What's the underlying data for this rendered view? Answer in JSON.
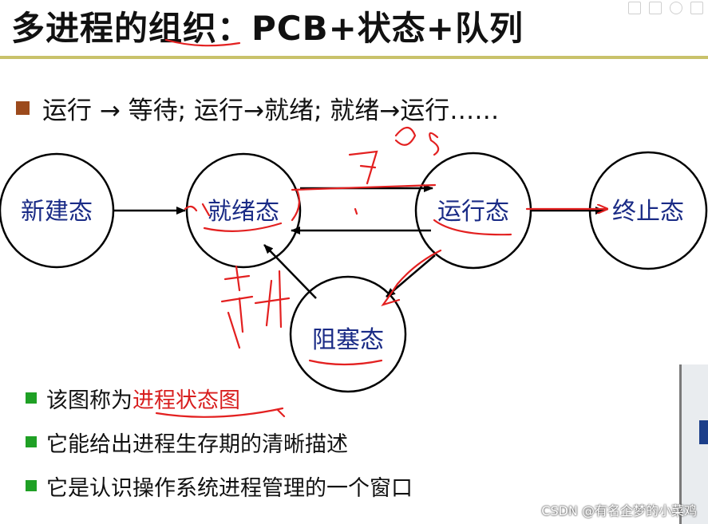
{
  "title": "多进程的组织：PCB+状态+队列",
  "top_bullet": "运行 → 等待; 运行→就绪; 就绪→运行……",
  "nodes": {
    "new": "新建态",
    "ready": "就绪态",
    "running": "运行态",
    "terminated": "终止态",
    "blocked": "阻塞态"
  },
  "bullets": [
    {
      "before": "该图称为",
      "highlight": "进程状态图"
    },
    {
      "text": "它能给出进程生存期的清晰描述"
    },
    {
      "text": "它是认识操作系统进程管理的一个窗口"
    }
  ],
  "watermark": "CSDN @有名企梦的小菜鸡",
  "colors": {
    "title_rule": "#c9c26a",
    "node_text": "#1a2b86",
    "highlight": "#d81f1f",
    "bullet_top": "#9c4a1c",
    "bullet_green": "#1fa025",
    "annotation": "#e32020"
  }
}
